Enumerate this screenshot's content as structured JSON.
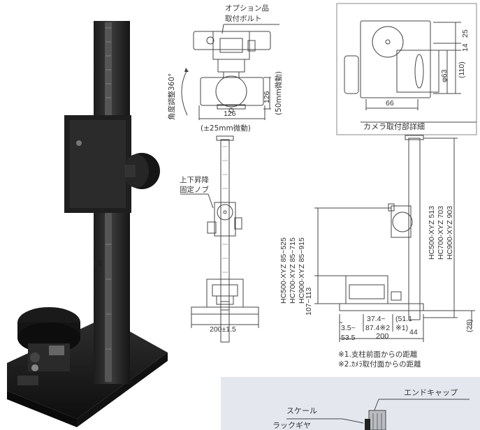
{
  "topview": {
    "callout": [
      "オプション品",
      "取付ボルト"
    ],
    "rotation": "角度調整360°",
    "dim_width": "126",
    "dim_width_sub": "(±25mm微動)",
    "dim_height": "126",
    "dim_height_sub": "(50mm微動)"
  },
  "camera_detail": {
    "caption": "カメラ取付部詳細",
    "dim_66": "66",
    "dim_25": "25",
    "dim_14": "14",
    "dim_phi63": "φ63",
    "dim_110": "(110)"
  },
  "front_view": {
    "knob_callout": [
      "上下昇降",
      "固定ノブ"
    ],
    "dim_base": "200±1.5"
  },
  "side_view": {
    "ranges": [
      "HC500-XYZ  85~525",
      "HC700-XYZ  85~715",
      "HC900-XYZ  85~915"
    ],
    "heights": [
      "HC500-XYZ  513",
      "HC700-XYZ  703",
      "HC900-XYZ  903"
    ],
    "dim_107": "107~113",
    "dim_374": "37.4~",
    "dim_874": "87.4※2",
    "dim_511": "(51.1",
    "dim_note1": "※1)",
    "dim_35": "3.5~",
    "dim_535": "53.5",
    "dim_44": "44",
    "dim_28": "(28)",
    "dim_200": "200",
    "notes": [
      "※1.支柱前面からの距離",
      "※2.ｶﾒﾗ取付面からの距離"
    ]
  },
  "inset": {
    "labels": [
      "エンドキャップ",
      "スケール",
      "ラックギヤ"
    ]
  }
}
